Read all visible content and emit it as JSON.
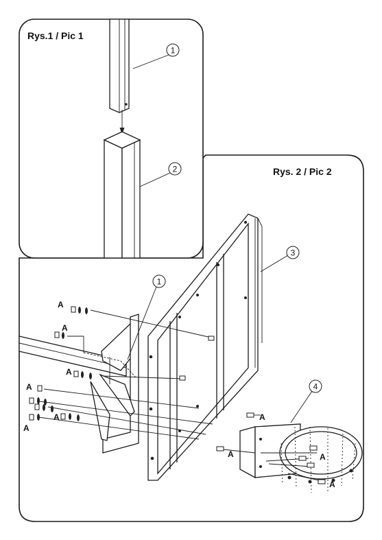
{
  "panel1": {
    "title": "Rys.1 / Pic 1"
  },
  "panel2": {
    "title": "Rys. 2 / Pic 2"
  },
  "callouts": {
    "p1_part1": "1",
    "p1_part2": "2",
    "p2_part1": "1",
    "p2_part3": "3",
    "p2_part4": "4"
  },
  "hardware_label": "A"
}
